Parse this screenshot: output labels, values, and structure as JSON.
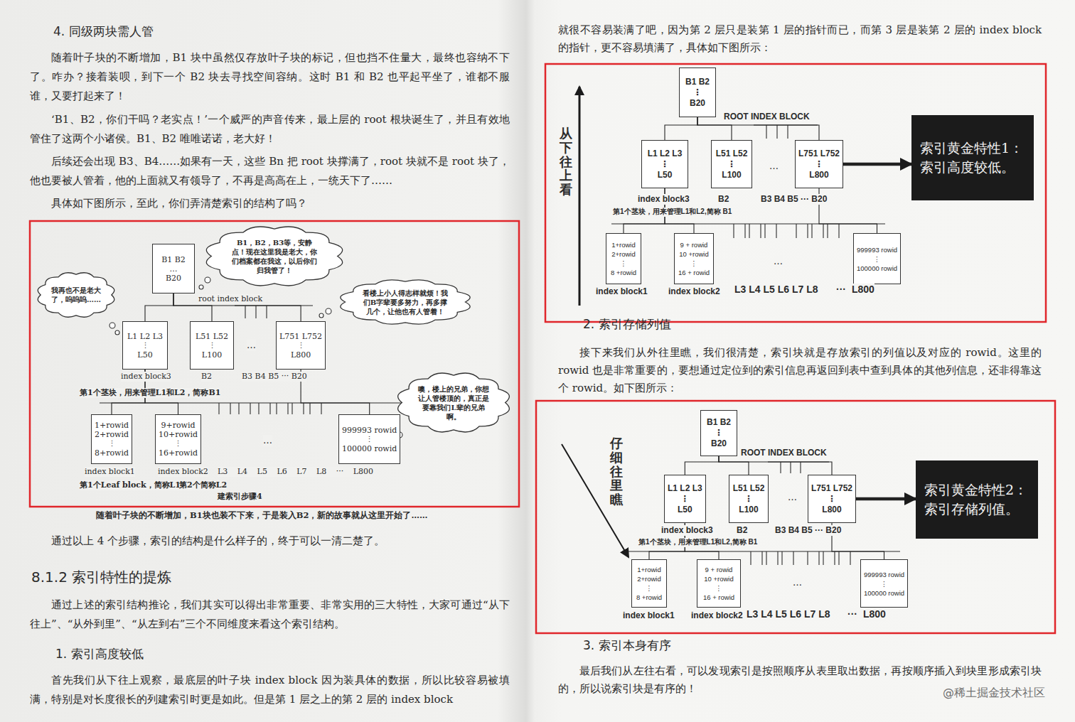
{
  "diagram": {
    "caption": "随着叶子块的不断增加，B1块也装不下来，于是装入B2，新的故事就从这里开始了……",
    "nodes": [
      {
        "text": [
          "B1 B2",
          "…",
          "B20"
        ]
      },
      {
        "text": [
          "B1，B2，B3等，安静点！现在这里我是老大，你们档案都在我这，以后你们归我管了！"
        ]
      },
      {
        "text": [
          "我再也不是老大了，呜呜呜……"
        ]
      },
      {
        "text": [
          "看楼上小人得志样就烦！我们B字辈要多努力，再多撑几个，让他也有人管着！"
        ]
      },
      {
        "text": [
          "L1 L2 L3",
          "⋮",
          "L50"
        ]
      },
      {
        "text": [
          "L51 L52",
          "⋮",
          "L100"
        ]
      },
      {
        "text": [
          "L751 L752",
          "⋮",
          "L800"
        ]
      },
      {
        "text": [
          "噢，楼上的兄弟，你想让人管楼顶的，真正是要靠我们L辈的兄弟啊。"
        ]
      },
      {
        "text": [
          "1+rowid",
          "2+rowid",
          "⋮",
          "8+rowid"
        ]
      },
      {
        "text": [
          "9+rowid",
          "10+rowid",
          "⋮",
          "16+rowid"
        ]
      },
      {
        "text": [
          "999993 rowid",
          "⋮",
          "100000 rowid"
        ]
      },
      {
        "text": [
          "B1 B2",
          "⋮",
          "B20"
        ]
      },
      {
        "text": [
          "L1 L2 L3",
          "⋮",
          "L50"
        ]
      },
      {
        "text": [
          "L51 L52",
          "⋮",
          "L100"
        ]
      },
      {
        "text": [
          "L751 L752",
          "⋮",
          "L800"
        ]
      },
      {
        "text": [
          "索引黄金特性1：索引高度较低。"
        ]
      },
      {
        "text": [
          "1+rowid",
          "2+rowid",
          "⋮",
          "8 +rowid"
        ]
      },
      {
        "text": [
          "9 + rowid",
          "10 +rowid",
          "⋮",
          "16 + rowid"
        ]
      },
      {
        "text": [
          "999993 rowid",
          "⋮",
          "100000 rowid"
        ]
      },
      {
        "text": [
          "B1 B2",
          "⋮",
          "B20"
        ]
      },
      {
        "text": [
          "L1 L2 L3",
          "⋮",
          "L50"
        ]
      },
      {
        "text": [
          "L51 L52",
          "⋮",
          "L100"
        ]
      },
      {
        "text": [
          "L751 L752",
          "⋮",
          "L800"
        ]
      },
      {
        "text": [
          "索引黄金特性2：索引存储列值。"
        ]
      },
      {
        "text": [
          "1+rowid",
          "2+rowid",
          "⋮",
          "8 +rowid"
        ]
      },
      {
        "text": [
          "9 + rowid",
          "10 +rowid",
          "⋮",
          "16 + rowid"
        ]
      },
      {
        "text": [
          "999993 rowid",
          "⋮",
          "100000 rowid"
        ]
      }
    ],
    "edges": [
      {
        "from": 0,
        "to": 4,
        "arrow": "none"
      },
      {
        "from": 0,
        "to": 5,
        "arrow": "none"
      },
      {
        "from": 0,
        "to": 6,
        "arrow": "none"
      },
      {
        "from": 4,
        "to": 8,
        "arrow": "none"
      },
      {
        "from": 4,
        "to": 9,
        "arrow": "none"
      },
      {
        "from": 6,
        "to": 10,
        "arrow": "none"
      },
      {
        "from": 11,
        "to": 12,
        "arrow": "none"
      },
      {
        "from": 11,
        "to": 13,
        "arrow": "none"
      },
      {
        "from": 11,
        "to": 14,
        "arrow": "none"
      },
      {
        "from": 12,
        "to": 16,
        "arrow": "none"
      },
      {
        "from": 12,
        "to": 17,
        "arrow": "none"
      },
      {
        "from": 14,
        "to": 18,
        "arrow": "none"
      },
      {
        "from": 14,
        "to": 15,
        "arrow": "to"
      },
      {
        "from": 19,
        "to": 20,
        "arrow": "none"
      },
      {
        "from": 19,
        "to": 21,
        "arrow": "none"
      },
      {
        "from": 19,
        "to": 22,
        "arrow": "none"
      },
      {
        "from": 20,
        "to": 24,
        "arrow": "none"
      },
      {
        "from": 20,
        "to": 25,
        "arrow": "none"
      },
      {
        "from": 22,
        "to": 26,
        "arrow": "none"
      },
      {
        "from": 22,
        "to": 23,
        "arrow": "to"
      }
    ],
    "labels": [
      "4.  同级两块需人管",
      "随着叶子块的不断增加，B1 块中虽然仅存放叶子块的标记，但也挡不住量大，最终也容纳不下了。咋办？接着装呗，到下一个 B2 块去寻找空间容纳。这时 B1 和 B2 也平起平坐了，谁都不服谁，又要打起来了！",
      "‘B1、B2，你们干吗？老实点！’一个威严的声音传来，最上层的 root 根块诞生了，并且有效地管住了这两个小诸侯。B1、B2 唯唯诺诺，老大好！",
      "后续还会出现 B3、B4……如果有一天，这些 Bn 把 root 块撑满了，root 块就不是 root 块了，他也要被人管着，他的上面就又有领导了，不再是高高在上，一统天下了……",
      "具体如下图所示，至此，你们弄清楚索引的结构了吗？",
      "root index block",
      "index block3",
      "B2",
      "…",
      "B3 B4 B5 ··· B20",
      "第1个茎块，用来管理L1和L2，简称B1",
      "…",
      "index block1",
      "index block2",
      "L3 L4 L5 L6 L7 L8 ··· L800",
      "第1个Leaf block，简称L1",
      "第2个简称L2",
      "建索引步骤4",
      "通过以上 4 个步骤，索引的结构是什么样子的，终于可以一清二楚了。",
      "8.1.2  索引特性的提炼",
      "通过上述的索引结构推论，我们其实可以得出非常重要、非常实用的三大特性，大家可通过“从下往上”、“从外到里”、“从左到右”三个不同维度来看这个索引结构。",
      "1. 索引高度较低",
      "首先我们从下往上观察，最底层的叶子块 index block 因为装具体的数据，所以比较容易被填满，特别是对长度很长的列建索引时更是如此。但是第 1 层之上的第 2 层的 index block",
      "就很不容易装满了吧，因为第 2 层只是装第 1 层的指针而已，而第 3 层是装第 2 层的 index block 的指针，更不容易填满了，具体如下图所示：",
      "从下往上看",
      "ROOT INDEX BLOCK",
      "…",
      "index block3",
      "B2",
      "B3 B4 B5 ··· B20",
      "第1个茎块，用来管理L1和L2,简称 B1",
      "…",
      "index block1",
      "index block2",
      "L3 L4 L5 L6 L7 L8",
      "···",
      "L800",
      "2. 索引存储列值",
      "接下来我们从外往里瞧，我们很清楚，索引块就是存放索引的列值以及对应的 rowid。这里的 rowid 也是非常重要的，要想通过定位到的索引信息再返回到表中查到具体的其他列信息，还非得靠这个 rowid。如下图所示：",
      "仔细往里瞧",
      "ROOT INDEX BLOCK",
      "…",
      "index block3",
      "B2",
      "B3 B4 B5 ··· B20",
      "第1个茎块，用来管理L1和L2,简称 B1",
      "…",
      "index block1",
      "index block2",
      "L3 L4 L5 L6 L7 L8",
      "···",
      "L800",
      "3.  索引本身有序",
      "最后我们从左往右看，可以发现索引是按照顺序从表里取出数据，再按顺序插入到块里形成索引块的，所以说索引块是有序的！",
      "@稀土掘金技术社区"
    ]
  }
}
